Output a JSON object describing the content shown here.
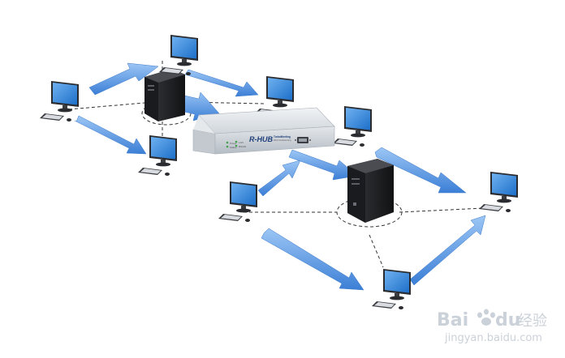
{
  "device": {
    "brand": "R-HUB",
    "tagline": "TurboMeeting",
    "subtagline": "Web Conferencing",
    "led_labels": [
      "Power",
      "Status",
      "LAN",
      "RS232"
    ]
  },
  "watermark": {
    "name": "Bai",
    "name2": "du",
    "cn": "经验",
    "url": "jingyan.baidu.com"
  },
  "colors": {
    "arrow": "#4f8fe0",
    "arrow_light": "#8dbcf2",
    "line": "#333333",
    "device_body": "#d9dee3",
    "tower": "#1e1f22",
    "watermark": "#c9d2dc"
  }
}
